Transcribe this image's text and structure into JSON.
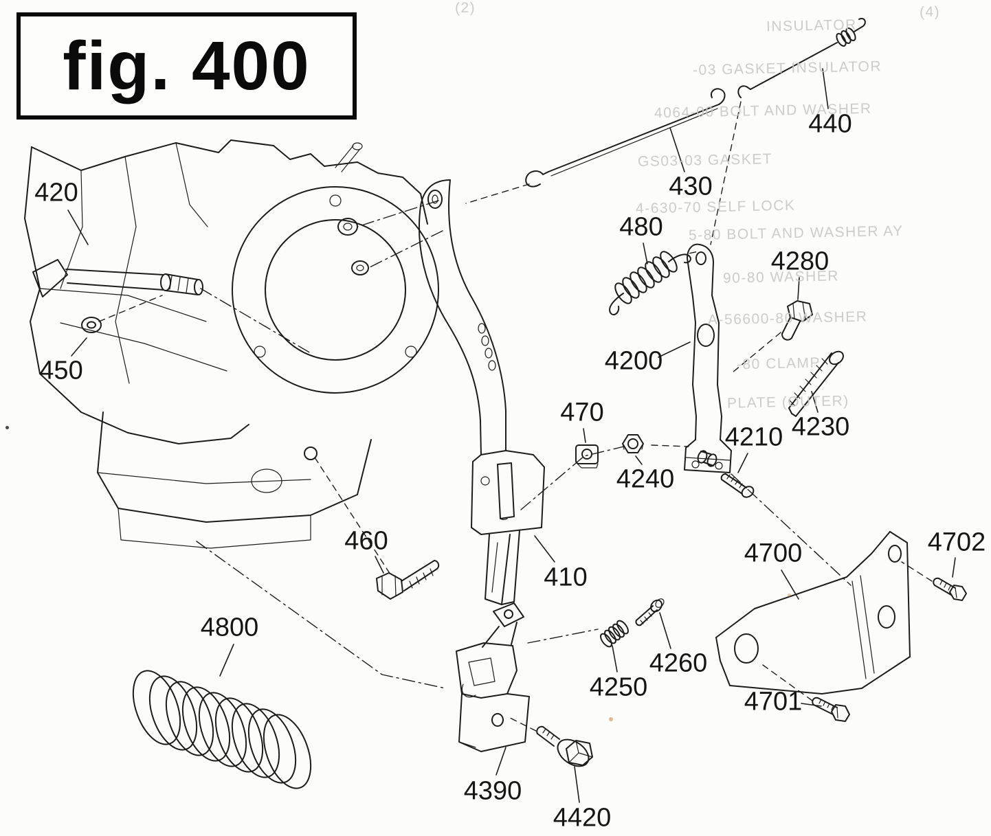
{
  "figure": {
    "title": "fig. 400"
  },
  "colors": {
    "ink": "#1c1c1c",
    "paper": "#fcfcfa",
    "bleedthrough": "#c7c7c7"
  },
  "part_labels": [
    {
      "id": "420",
      "label": "420"
    },
    {
      "id": "450",
      "label": "450"
    },
    {
      "id": "460",
      "label": "460"
    },
    {
      "id": "4800",
      "label": "4800"
    },
    {
      "id": "410",
      "label": "410"
    },
    {
      "id": "470",
      "label": "470"
    },
    {
      "id": "4240",
      "label": "4240"
    },
    {
      "id": "480",
      "label": "480"
    },
    {
      "id": "4200",
      "label": "4200"
    },
    {
      "id": "430",
      "label": "430"
    },
    {
      "id": "440",
      "label": "440"
    },
    {
      "id": "4280",
      "label": "4280"
    },
    {
      "id": "4230",
      "label": "4230"
    },
    {
      "id": "4210",
      "label": "4210"
    },
    {
      "id": "4700",
      "label": "4700"
    },
    {
      "id": "4702",
      "label": "4702"
    },
    {
      "id": "4701",
      "label": "4701"
    },
    {
      "id": "4250",
      "label": "4250"
    },
    {
      "id": "4260",
      "label": "4260"
    },
    {
      "id": "4390",
      "label": "4390"
    },
    {
      "id": "4420",
      "label": "4420"
    }
  ],
  "bleedthrough_text": [
    {
      "text": "INSULATOR"
    },
    {
      "text": "-03 GASKET INSULATOR"
    },
    {
      "text": "4064-00 BOLT AND WASHER"
    },
    {
      "text": "GS03-03 GASKET"
    },
    {
      "text": "4-630-70 SELF LOCK"
    },
    {
      "text": "5-80 BOLT AND WASHER AY"
    },
    {
      "text": "90-80 WASHER"
    },
    {
      "text": "A-56600-80 WASHER"
    },
    {
      "text": "-80 CLAMP"
    },
    {
      "text": "PLATE (OUTER)"
    },
    {
      "text": "(4)"
    },
    {
      "text": "(2)"
    }
  ]
}
